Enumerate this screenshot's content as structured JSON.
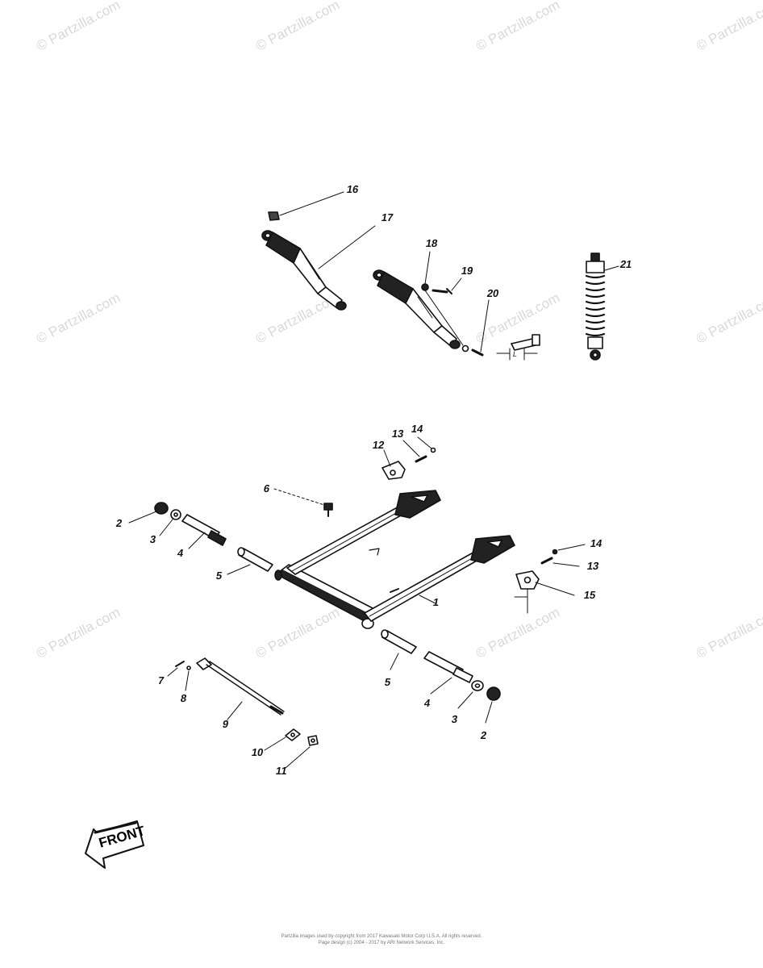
{
  "watermark": "© Partzilla.com",
  "watermark_color": "#d9d9d9",
  "ink_color": "#111111",
  "callouts": [
    "1",
    "2",
    "3",
    "4",
    "5",
    "6",
    "7",
    "8",
    "9",
    "10",
    "11",
    "12",
    "13",
    "14",
    "15",
    "16",
    "17",
    "18",
    "19",
    "20",
    "21"
  ],
  "dimension_label": "L",
  "front_label": "FRONT",
  "footer": {
    "line1": "Partzilla images used by copyright from 2017 Kawasaki Motor Corp U.S.A. All rights reserved.",
    "line2": "Page design (c) 2004 - 2017 by ARI Network Services, Inc."
  }
}
